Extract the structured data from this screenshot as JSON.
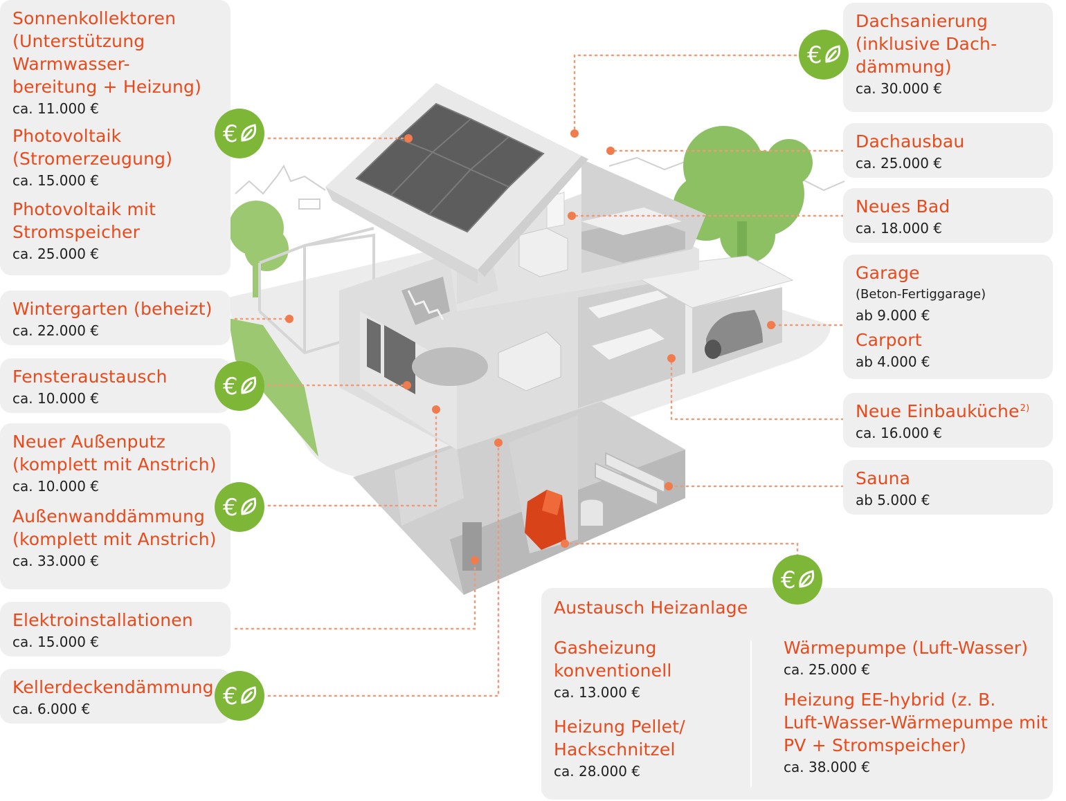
{
  "colors": {
    "accent": "#e84a1c",
    "badge": "#7eb737",
    "card": "#efefef",
    "house_light": "#e1e1e1",
    "house_mid": "#c8c8c8",
    "house_dark": "#a9a9a9",
    "solar": "#585858",
    "tree": "#8cc063"
  },
  "icons": {
    "badge": "euro-leaf-icon"
  },
  "left": {
    "solar": {
      "title": "Sonnenkollektoren\n(Unterstützung\nWarmwasser-\nbereitung + Heizung)",
      "price": "ca. 11.000 €"
    },
    "pv": {
      "title": "Photovoltaik\n(Stromerzeugung)",
      "price": "ca. 15.000 €"
    },
    "pv_storage": {
      "title": "Photovoltaik mit\nStromspeicher",
      "price": "ca. 25.000 €"
    },
    "wintergarden": {
      "title": "Wintergarten (beheizt)",
      "price": "ca. 22.000 €"
    },
    "windows": {
      "title": "Fensteraustausch",
      "price": "ca. 10.000 €"
    },
    "plaster": {
      "title": "Neuer Außenputz\n(komplett mit Anstrich)",
      "price": "ca. 10.000 €"
    },
    "wall_insulation": {
      "title": "Außenwanddämmung\n(komplett mit Anstrich)",
      "price": "ca. 33.000 €"
    },
    "electrical": {
      "title": "Elektroinstallationen",
      "price": "ca. 15.000 €"
    },
    "basement_ceiling": {
      "title": "Kellerdeckendämmung",
      "price": "ca. 6.000 €"
    }
  },
  "right": {
    "roof_renovation": {
      "title": "Dachsanierung\n(inklusive Dach-\ndämmung)",
      "price": "ca. 30.000 €"
    },
    "attic": {
      "title": "Dachausbau",
      "price": "ca. 25.000 €"
    },
    "bathroom": {
      "title": "Neues Bad",
      "price": "ca. 18.000 €"
    },
    "garage": {
      "title": "Garage",
      "subtitle": "(Beton-Fertiggarage)",
      "price": "ab 9.000 €"
    },
    "carport": {
      "title": "Carport",
      "price": "ab 4.000 €"
    },
    "kitchen": {
      "title": "Neue Einbauküche",
      "footnote": "2)",
      "price": "ca. 16.000 €"
    },
    "sauna": {
      "title": "Sauna",
      "price": "ab 5.000 €"
    }
  },
  "heating": {
    "title": "Austausch Heizanlage",
    "gas": {
      "title": "Gasheizung\nkonventionell",
      "price": "ca. 13.000 €"
    },
    "pellet": {
      "title": "Heizung Pellet/\nHackschnitzel",
      "price": "ca. 28.000 €"
    },
    "heatpump": {
      "title": "Wärmepumpe (Luft-Wasser)",
      "price": "ca. 25.000 €"
    },
    "hybrid": {
      "title": "Heizung EE-hybrid (z. B.\nLuft-Wasser-Wärmepumpe mit\nPV + Stromspeicher)",
      "price": "ca. 38.000 €"
    }
  }
}
